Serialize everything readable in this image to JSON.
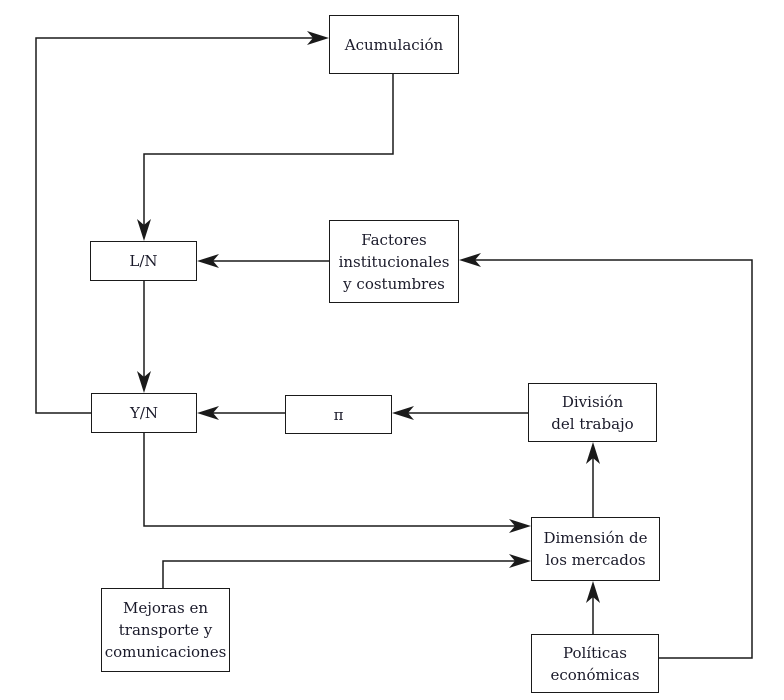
{
  "diagram": {
    "nodes": {
      "acumulacion": {
        "label": "Acumulación"
      },
      "ln": {
        "label": "L/N"
      },
      "factores": {
        "label": "Factores\ninstitucionales\ny costumbres"
      },
      "yn": {
        "label": "Y/N"
      },
      "pi": {
        "label": "π"
      },
      "division": {
        "label": "División\ndel trabajo"
      },
      "dimension": {
        "label": "Dimensión de\nlos mercados"
      },
      "mejoras": {
        "label": "Mejoras en\ntransporte y\ncomunicaciones"
      },
      "politicas": {
        "label": "Políticas\neconómicas"
      }
    },
    "edges": [
      {
        "from": "Y/N",
        "to": "Acumulación"
      },
      {
        "from": "Acumulación",
        "to": "L/N"
      },
      {
        "from": "Factores institucionales y costumbres",
        "to": "L/N"
      },
      {
        "from": "L/N",
        "to": "Y/N"
      },
      {
        "from": "π",
        "to": "Y/N"
      },
      {
        "from": "División del trabajo",
        "to": "π"
      },
      {
        "from": "Y/N",
        "to": "Dimensión de los mercados"
      },
      {
        "from": "Mejoras en transporte y comunicaciones",
        "to": "Dimensión de los mercados"
      },
      {
        "from": "Dimensión de los mercados",
        "to": "División del trabajo"
      },
      {
        "from": "Políticas económicas",
        "to": "Dimensión de los mercados"
      },
      {
        "from": "Políticas económicas",
        "to": "Factores institucionales y costumbres"
      }
    ]
  }
}
